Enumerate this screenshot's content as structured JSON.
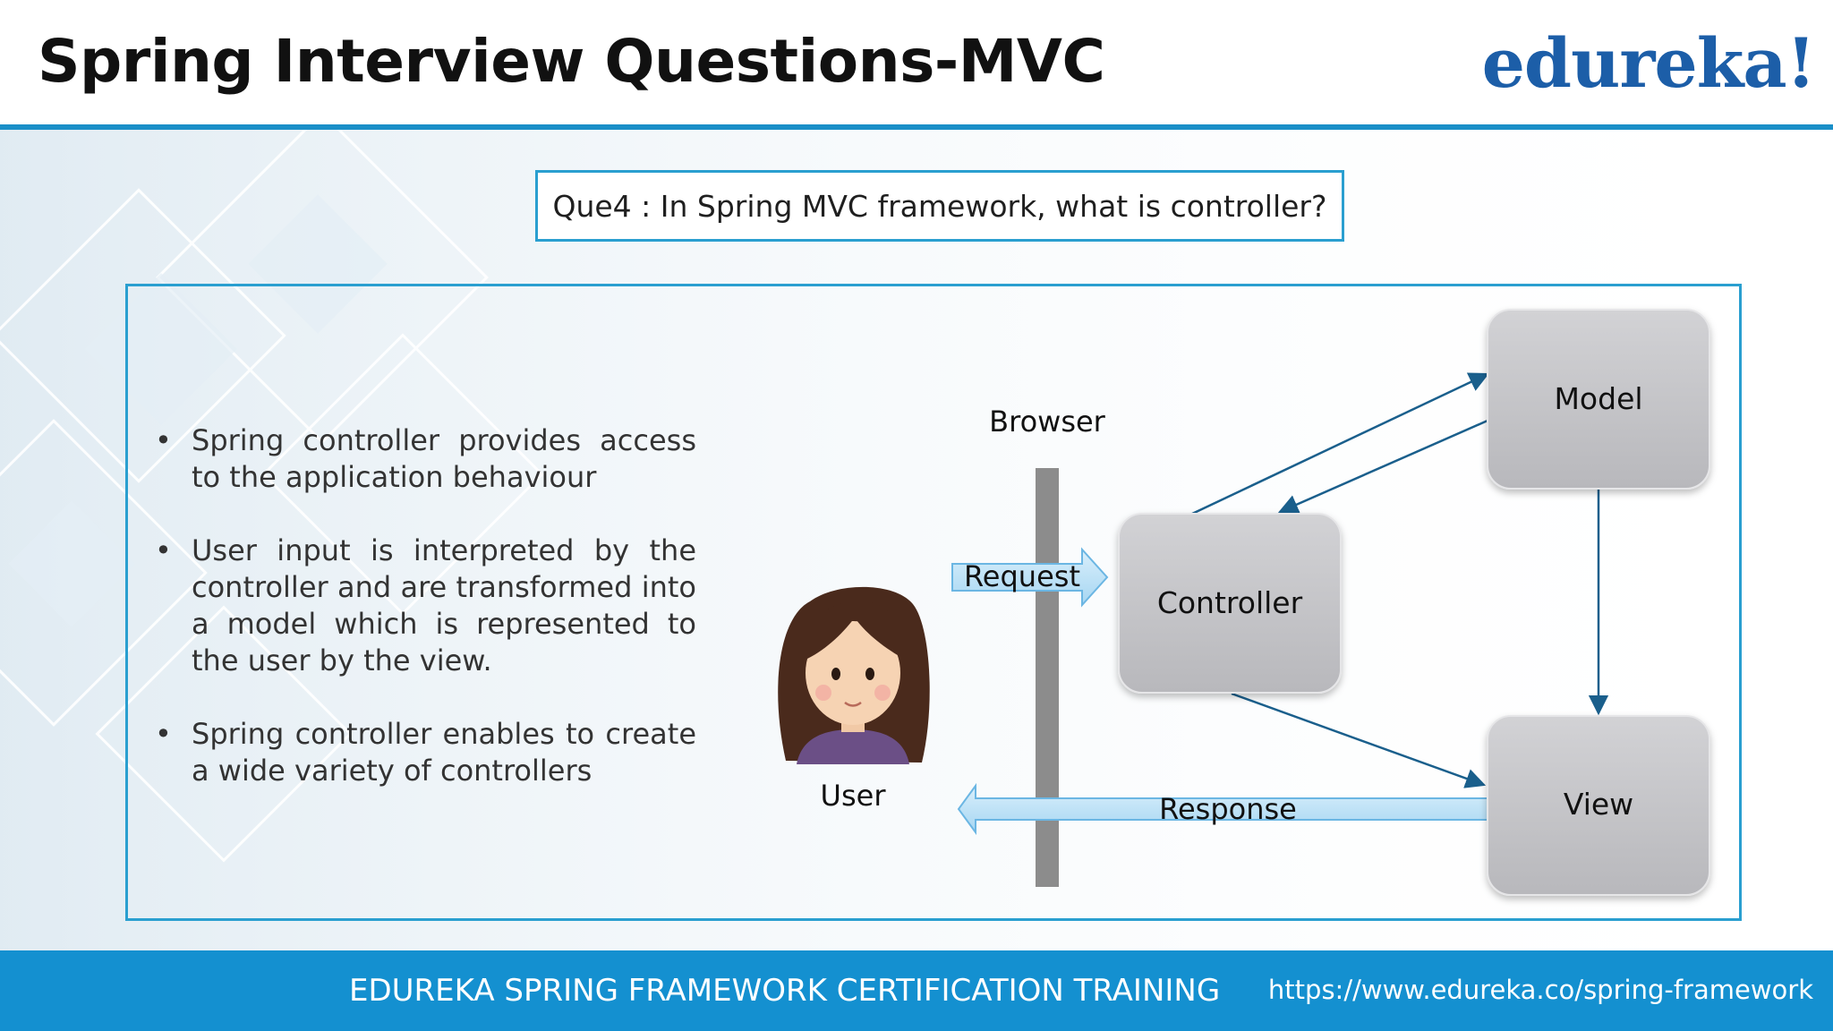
{
  "header": {
    "title": "Spring Interview Questions-MVC",
    "logo": "edureka!"
  },
  "question": "Que4 : In Spring MVC framework, what is controller?",
  "bullets": [
    "Spring controller provides access to the application behaviour",
    "User input is interpreted by the controller and are transformed into a model which is represented to the user by the view.",
    "Spring controller enables to create a wide variety of controllers"
  ],
  "diagram": {
    "browser_label": "Browser",
    "user_label": "User",
    "request_label": "Request",
    "response_label": "Response",
    "controller_label": "Controller",
    "model_label": "Model",
    "view_label": "View"
  },
  "footer": {
    "text": "EDUREKA SPRING FRAMEWORK CERTIFICATION TRAINING",
    "url": "https://www.edureka.co/spring-framework"
  },
  "colors": {
    "accent": "#1a8fc8",
    "footer_bg": "#1490d0",
    "logo": "#1c5ea8",
    "node_fill": "#c6c6c9",
    "arrow_line": "#1a5f8c",
    "flow_arrow_fill": "#b9e0f6"
  }
}
